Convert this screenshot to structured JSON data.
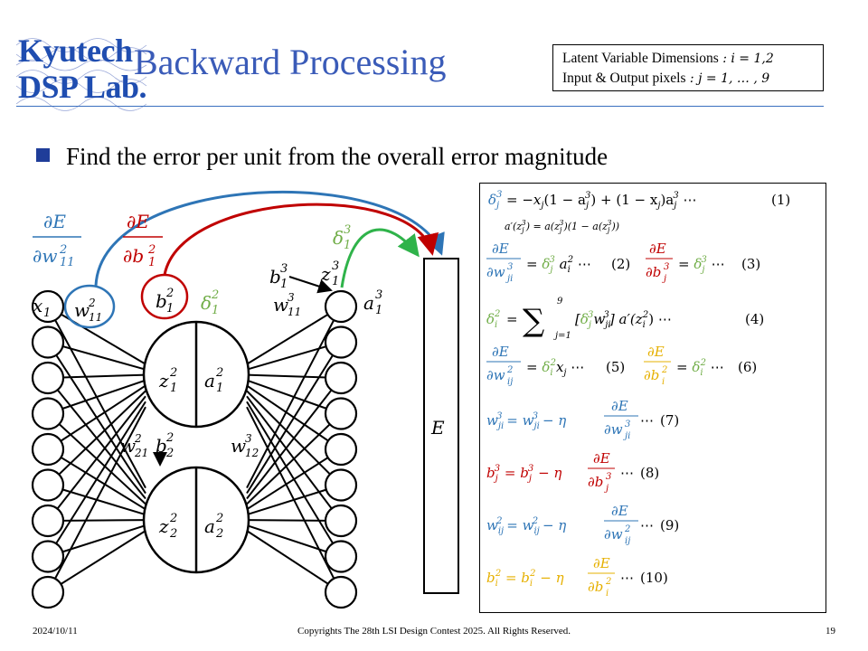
{
  "logo": {
    "line1": "Kyutech",
    "line2": "DSP Lab."
  },
  "title": "Backward Processing",
  "info_box": {
    "line1_label": "Latent Variable Dimensions",
    "line1_math": " : i = 1,2",
    "line2_label": "Input & Output pixels",
    "line2_math": " : j = 1, … , 9"
  },
  "bullet": "Find the error per unit from the overall error magnitude",
  "diagram": {
    "dE": "∂E",
    "dw": "∂w",
    "db": "∂b",
    "w_sub": "11",
    "w_sup": "2",
    "b_sub": "1",
    "b_sup": "2",
    "x1": "x",
    "x1_sub": "1",
    "w11_2": "w",
    "b1_2": "b",
    "delta": "δ",
    "z": "z",
    "a": "a",
    "w21_sub": "21",
    "w12_sub": "12",
    "b2_sub": "2",
    "sup3": "3",
    "E": "E"
  },
  "equations": [
    {
      "id": "1",
      "color": "#000000",
      "text": "δⱼ³ = −xⱼ(1 − aⱼ³) + (1 − xⱼ)aⱼ³ ⋯ (1)"
    },
    {
      "id": "1a",
      "color": "#000000",
      "text": "a′(zⱼ³) = a(zⱼ³)(1 − a(zⱼ³))"
    },
    {
      "id": "2-3",
      "color": "#000000",
      "text": "∂E/∂wⱼᵢ³ = δⱼ³aᵢ² ⋯ (2)   ∂E/∂bⱼ³ = δⱼ³ ⋯ (3)"
    },
    {
      "id": "4",
      "color": "#000000",
      "text": "δᵢ² = Σⱼ₌₁⁹ [δⱼ³wⱼᵢ³] a′(zᵢ²) ⋯ (4)"
    },
    {
      "id": "5-6",
      "color": "#000000",
      "text": "∂E/∂wᵢⱼ² = δᵢ²xⱼ ⋯ (5)   ∂E/∂bᵢ² = δᵢ² ⋯ (6)"
    },
    {
      "id": "7",
      "color": "#2e75b6",
      "text": "wⱼᵢ³ = wⱼᵢ³ − η ∂E/∂wⱼᵢ³ ⋯ (7)"
    },
    {
      "id": "8",
      "color": "#c00000",
      "text": "bⱼ³ = bⱼ³ − η ∂E/∂bⱼ³ ⋯ (8)"
    },
    {
      "id": "9",
      "color": "#2e75b6",
      "text": "wᵢⱼ² = wᵢⱼ² − η ∂E/∂wᵢⱼ² ⋯ (9)"
    },
    {
      "id": "10",
      "color": "#e6b000",
      "text": "bᵢ² = bᵢ² − η ∂E/∂bᵢ² ⋯ (10)"
    }
  ],
  "eq_labels": {
    "e1": "(1)",
    "e2": "(2)",
    "e3": "(3)",
    "e4": "(4)",
    "e5": "(5)",
    "e6": "(6)",
    "e7": "(7)",
    "e8": "(8)",
    "e9": "(9)",
    "e10": "(10)"
  },
  "footer": {
    "date": "2024/10/11",
    "copyright": "Copyrights The 28th LSI Design Contest 2025.  All Rights Reserved.",
    "page": "19"
  },
  "colors": {
    "blue": "#2e75b6",
    "red": "#c00000",
    "green": "#70ad47",
    "green_arrow": "#2fb34a",
    "gold": "#e6b000",
    "title_blue": "#3a5bb8",
    "bullet_blue": "#1f3d99"
  }
}
